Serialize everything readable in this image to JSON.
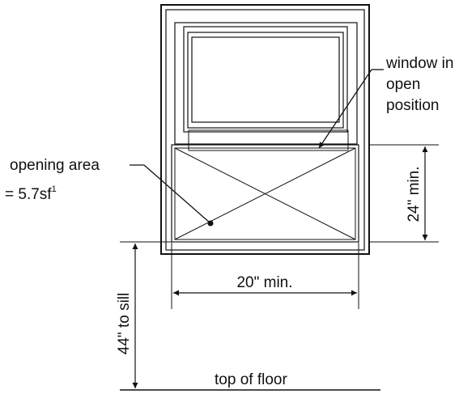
{
  "labels": {
    "window_callout_line1": "window in",
    "window_callout_line2": "open",
    "window_callout_line3": "position",
    "opening_area_line1": "opening area",
    "opening_area_line2": "= 5.7sf",
    "opening_area_footnote": "1",
    "height_dim": "24\" min.",
    "width_dim": "20\" min.",
    "sill_dim": "44\" to sill",
    "floor": "top of floor"
  },
  "colors": {
    "line": "#111111",
    "background": "#ffffff"
  }
}
